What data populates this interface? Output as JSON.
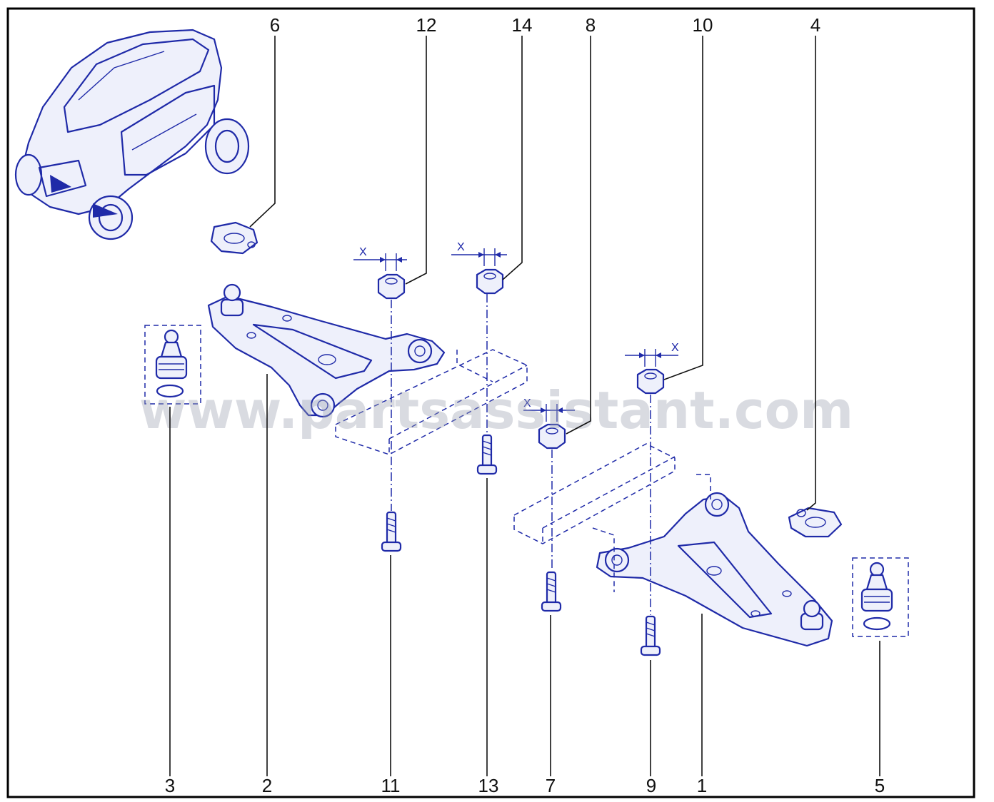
{
  "diagram": {
    "callouts": {
      "c1": "1",
      "c2": "2",
      "c3": "3",
      "c4": "4",
      "c5": "5",
      "c6": "6",
      "c7": "7",
      "c8": "8",
      "c9": "9",
      "c10": "10",
      "c11": "11",
      "c12": "12",
      "c13": "13",
      "c14": "14"
    },
    "dimension_label": "X",
    "watermark": "www.partsassistant.com"
  },
  "colors": {
    "line": "#1f2aa8",
    "fill": "#eef0fb",
    "border": "#000000",
    "callout_text": "#111111"
  }
}
